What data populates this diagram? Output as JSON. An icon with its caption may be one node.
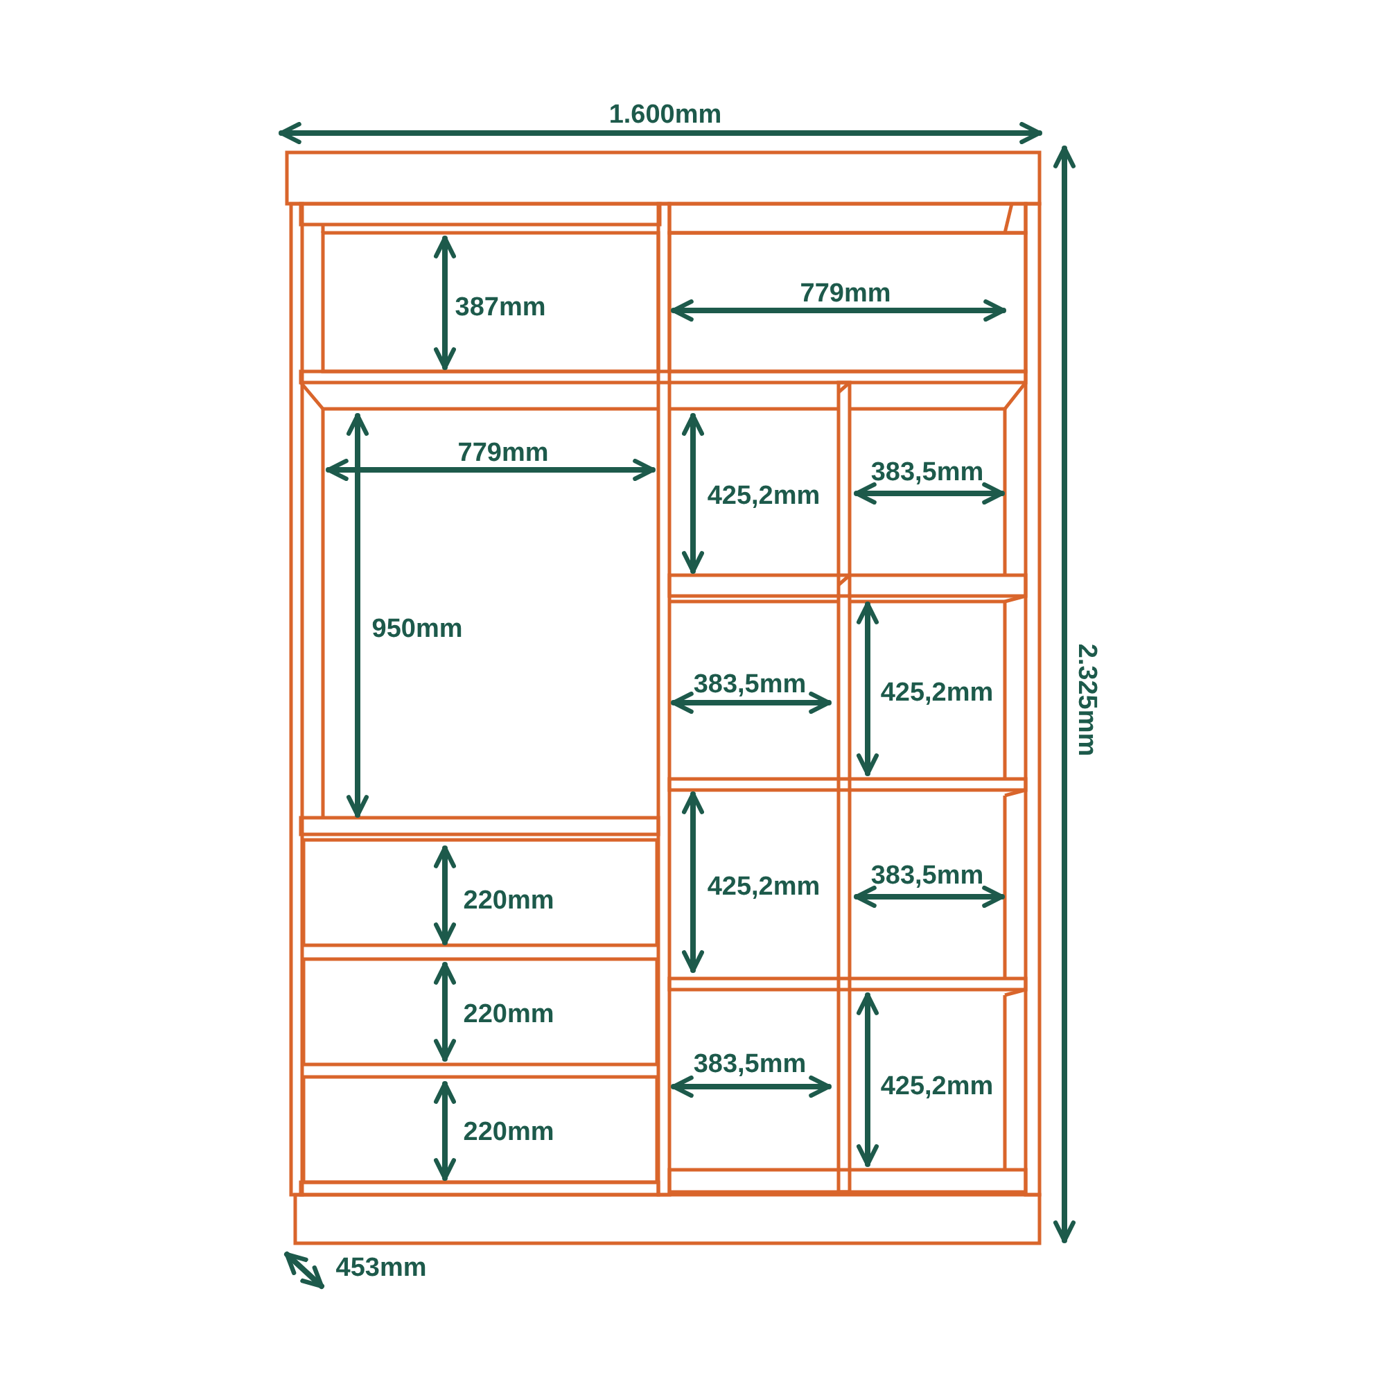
{
  "diagram": {
    "labels": [
      "1.600mm",
      "2.325mm",
      "387mm",
      "779mm",
      "779mm",
      "425,2mm",
      "383,5mm",
      "950mm",
      "383,5mm",
      "425,2mm",
      "425,2mm",
      "383,5mm",
      "220mm",
      "220mm",
      "383,5mm",
      "425,2mm",
      "220mm",
      "453mm"
    ]
  }
}
